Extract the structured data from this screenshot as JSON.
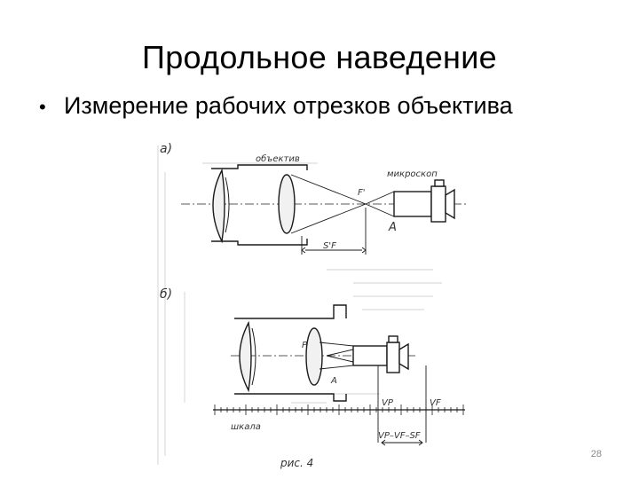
{
  "slide": {
    "title": "Продольное наведение",
    "bullet": "Измерение рабочих отрезков объектива",
    "page_number": "28"
  },
  "figure": {
    "label_a": "а)",
    "label_b": "б)",
    "objective_label": "объектив",
    "microscope_label": "микроскоп",
    "focus_label_a": "F'",
    "point_a_top": "A",
    "segment_label": "S'F",
    "point_p": "P",
    "point_a_bottom": "A",
    "scale_mark_vp": "VP",
    "scale_mark_vf": "VF",
    "scale_label": "шкала",
    "formula": "VP–VF–SF",
    "caption": "рис. 4"
  },
  "colors": {
    "ink": "#1a1a1a",
    "faint": "#bdbdbd",
    "page_number": "#8a8a8a"
  }
}
